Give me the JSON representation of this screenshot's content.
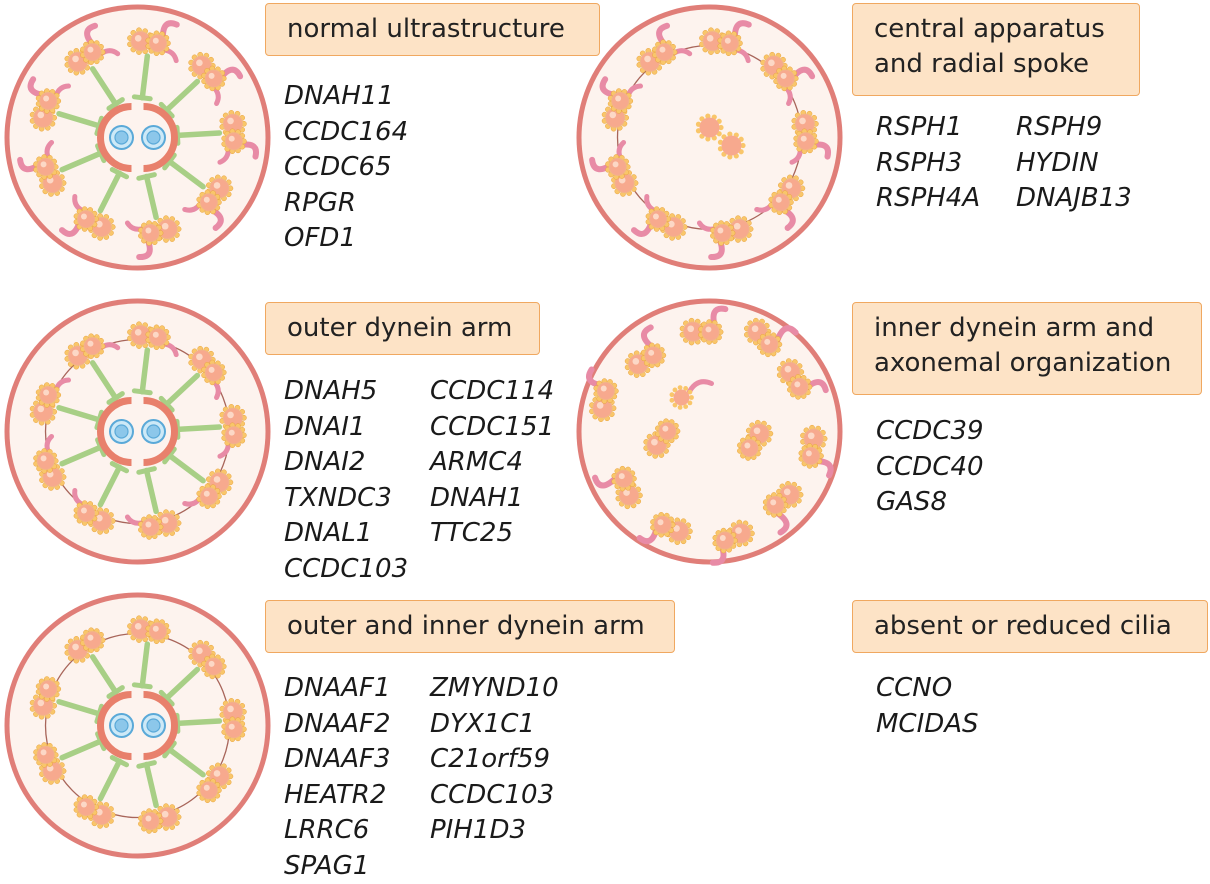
{
  "panels": [
    {
      "id": "normal",
      "title": "normal ultrastructure",
      "genes_col1": [
        "DNAH11",
        "CCDC164",
        "CCDC65",
        "RPGR",
        "OFD1"
      ],
      "genes_col2": []
    },
    {
      "id": "central",
      "title": "central apparatus\nand radial spoke",
      "genes_col1": [
        "RSPH1",
        "RSPH3",
        "RSPH4A"
      ],
      "genes_col2": [
        "RSPH9",
        "HYDIN",
        "DNAJB13"
      ]
    },
    {
      "id": "oda",
      "title": "outer dynein arm",
      "genes_col1": [
        "DNAH5",
        "DNAI1",
        "DNAI2",
        "TXNDC3",
        "DNAL1",
        "CCDC103"
      ],
      "genes_col2": [
        "CCDC114",
        "CCDC151",
        "ARMC4",
        "DNAH1",
        "TTC25"
      ]
    },
    {
      "id": "ida",
      "title": "inner dynein arm and\naxonemal organization",
      "genes_col1": [
        "CCDC39",
        "CCDC40",
        "GAS8"
      ],
      "genes_col2": []
    },
    {
      "id": "oda-ida",
      "title": "outer and inner dynein arm",
      "genes_col1": [
        "DNAAF1",
        "DNAAF2",
        "DNAAF3",
        "HEATR2",
        "LRRC6",
        "SPAG1"
      ],
      "genes_col2": [
        "ZMYND10",
        "DYX1C1",
        "C21orf59",
        "CCDC103",
        "PIH1D3"
      ]
    },
    {
      "id": "absent",
      "title": "absent or reduced cilia",
      "genes_col1": [
        "CCNO",
        "MCIDAS"
      ],
      "genes_col2": []
    }
  ],
  "colors": {
    "membrane": "#e07e78",
    "membrane_fill": "#fdf3ee",
    "doublet": "#f7a98e",
    "doublet_bead": "#f9c66a",
    "dynein_arm": "#e88ba6",
    "radial_spoke": "#a8cf86",
    "central_sheath": "#e8806c",
    "central_pair": "#5aa9d8",
    "nexin_link": "#a8655a",
    "label_bg": "#fde3c6",
    "label_border": "#f0a860"
  }
}
